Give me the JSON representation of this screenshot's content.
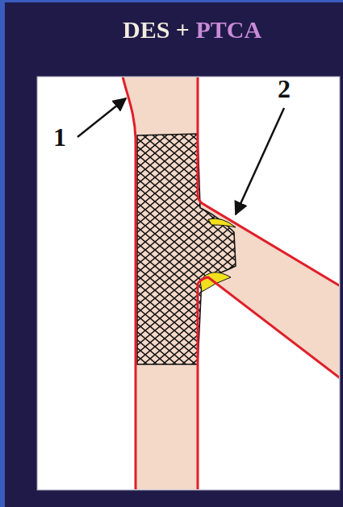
{
  "diagram": {
    "title": "DES + PTCA",
    "labels": [
      "1",
      "2"
    ]
  }
}
